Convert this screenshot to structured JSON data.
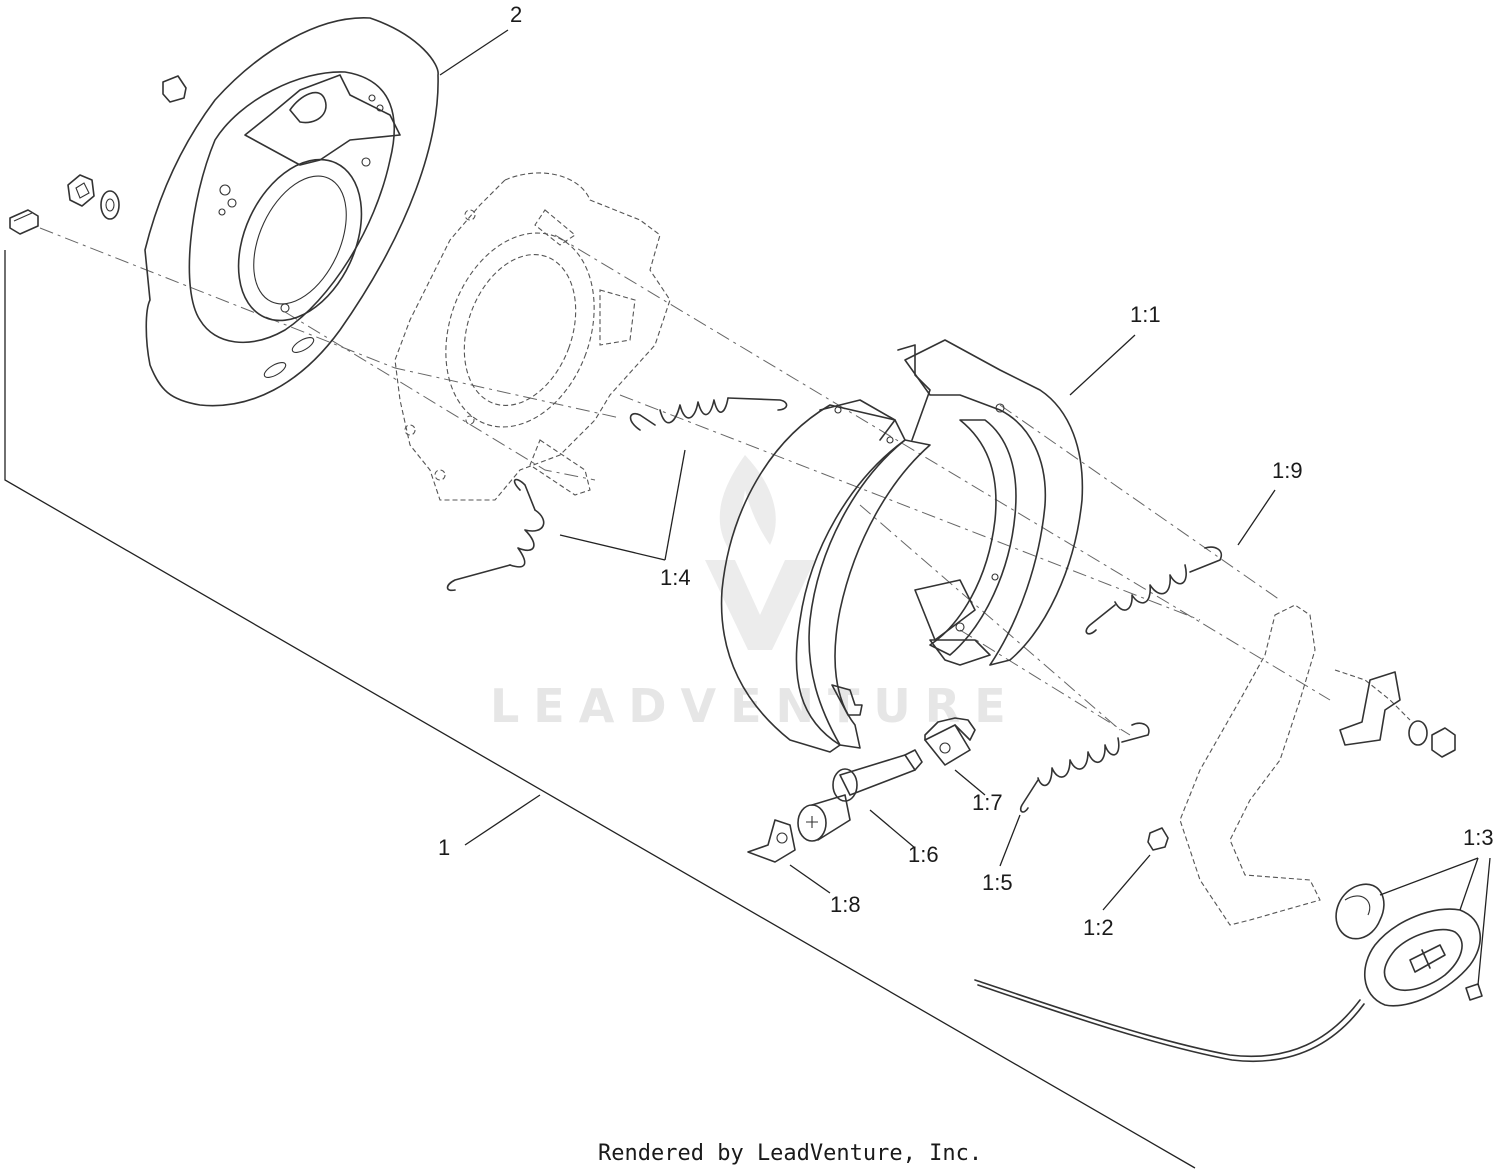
{
  "diagram": {
    "callouts": {
      "c2": "2",
      "c1": "1",
      "c1_1": "1:1",
      "c1_2": "1:2",
      "c1_3": "1:3",
      "c1_4": "1:4",
      "c1_5": "1:5",
      "c1_6": "1:6",
      "c1_7": "1:7",
      "c1_8": "1:8",
      "c1_9": "1:9"
    },
    "watermark": "LEADVENTURE",
    "credit": "Rendered by LeadVenture, Inc."
  },
  "colors": {
    "line": "#333333",
    "watermark": "#e6e6e6",
    "background": "#ffffff"
  },
  "icons": {
    "watermark_logo": "flame-v-logo-icon"
  }
}
